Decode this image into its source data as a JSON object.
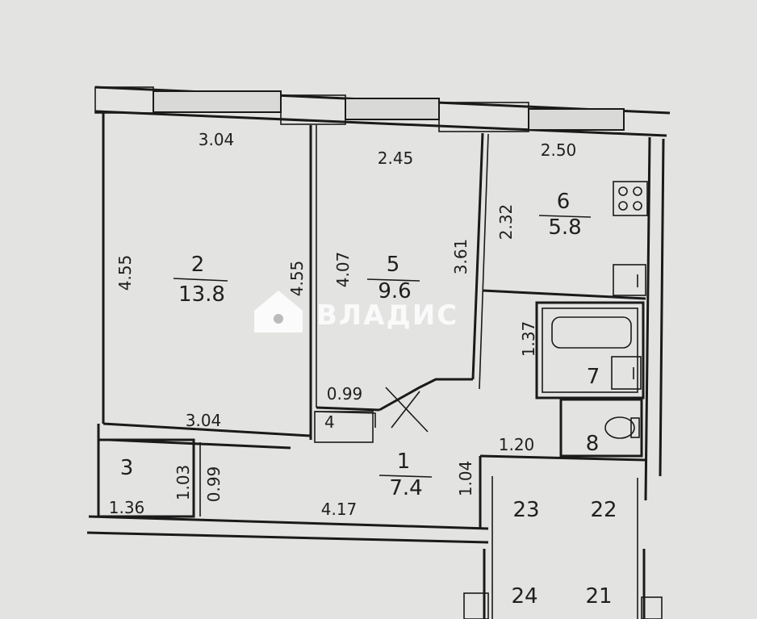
{
  "rooms": [
    {
      "id": "2",
      "area": "13.8"
    },
    {
      "id": "5",
      "area": "9.6"
    },
    {
      "id": "6",
      "area": "5.8"
    },
    {
      "id": "1",
      "area": "7.4"
    },
    {
      "id": "3",
      "area": ""
    },
    {
      "id": "7",
      "area": ""
    },
    {
      "id": "8",
      "area": ""
    },
    {
      "id": "4",
      "area": ""
    }
  ],
  "neighbor_rooms": [
    "23",
    "22",
    "24",
    "21"
  ],
  "dimensions": {
    "room2_top": "3.04",
    "room2_left": "4.55",
    "room2_right": "4.55",
    "room2_bottom": "3.04",
    "room5_top": "2.45",
    "room5_left": "4.07",
    "room5_right": "3.61",
    "room6_top": "2.50",
    "room6_left": "2.32",
    "bath_height": "1.37",
    "closet_width": "0.99",
    "corridor_length": "4.17",
    "corridor_left": "0.99",
    "corridor_width": "1.04",
    "toilet_width": "1.20",
    "room3_width": "1.36",
    "room3_height": "1.03"
  },
  "watermark": "ВЛАДИС"
}
